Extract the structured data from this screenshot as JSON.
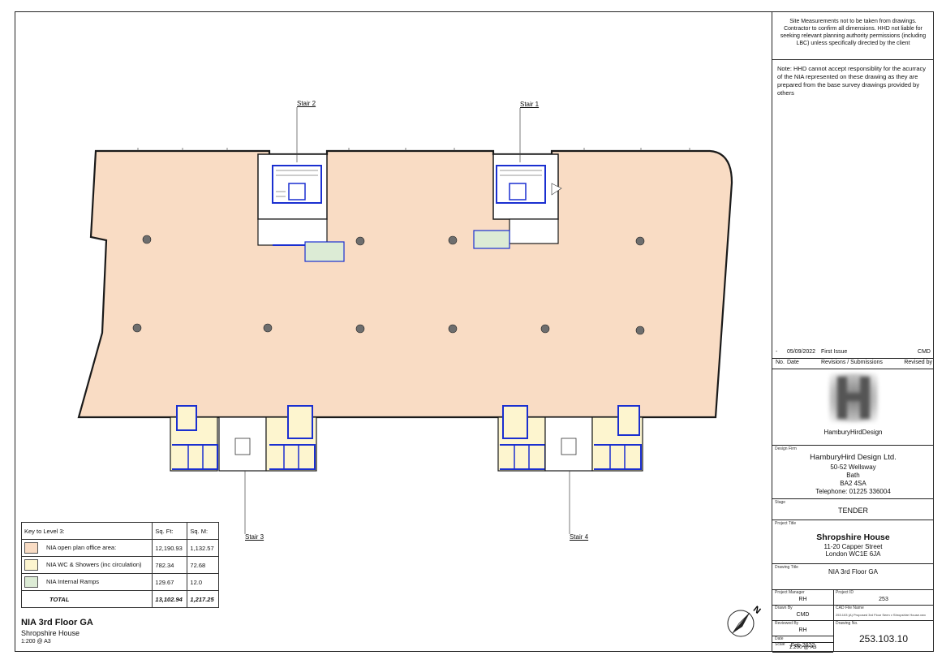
{
  "labels": {
    "stair_1": "Stair 1",
    "stair_2": "Stair 2",
    "stair_3": "Stair 3",
    "stair_4": "Stair 4"
  },
  "colors": {
    "office_area": "#f9dcc4",
    "wc_area": "#fdf5cf",
    "ramp_area": "#dcebd5",
    "wall": "#1a1a1a",
    "core_outline": "#1a2fd0"
  },
  "key": {
    "heading": "Key to Level 3:",
    "col_sqft": "Sq. Ft:",
    "col_sqm": "Sq. M:",
    "rows": [
      {
        "label": "NIA open plan office area:",
        "sqft": "12,190.93",
        "sqm": "1,132.57"
      },
      {
        "label": "NIA WC & Showers (inc circulation)",
        "sqft": "782.34",
        "sqm": "72.68"
      },
      {
        "label": "NIA Internal Ramps",
        "sqft": "129.67",
        "sqm": "12.0"
      }
    ],
    "total_label": "TOTAL",
    "total_sqft": "13,102.94",
    "total_sqm": "1,217.25"
  },
  "drawing": {
    "title": "NIA 3rd Floor GA",
    "subtitle": "Shropshire House",
    "scale": "1:200   @ A3"
  },
  "north_icon": "north-arrow-icon",
  "north_label": "N",
  "title_block": {
    "notes_top": "Site Measurements not to be taken from drawings. Contractor to confirm all dimensions. HHD not liable for seeking relevant planning authority permissions (including LBC) unless specifically directed by the client",
    "notes_nia": "Note: HHD cannot accept responsiblity for the acurracy of the NIA represented on these drawing as they are prepared from the base survey drawings provided by others",
    "revision": {
      "no": "-",
      "date": "05/09/2022",
      "desc": "First Issue",
      "by": "CMD"
    },
    "rev_headers": {
      "no": "No.",
      "date": "Date",
      "desc": "Revisions / Submissions",
      "by": "Revised by"
    },
    "logo_text": "HamburyHirdDesign",
    "design_firm_label": "Design Firm",
    "firm_name": "HamburyHird Design Ltd.",
    "firm_address": [
      "50-52 Wellsway",
      "Bath",
      "BA2 4SA",
      "Telephone: 01225 336004"
    ],
    "stage_label": "Stage",
    "stage": "TENDER",
    "project_title_label": "Project Title",
    "project_title": "Shropshire House",
    "project_address": [
      "11-20 Capper Street",
      "London WC1E 6JA"
    ],
    "drawing_title_label": "Drawing Title",
    "drawing_title": "NIA 3rd Floor GA",
    "project_manager_label": "Project Manager",
    "project_manager": "RH",
    "project_id_label": "Project ID",
    "project_id": "253",
    "drawn_by_label": "Drawn By",
    "drawn_by": "CMD",
    "cad_label": "CAD File Name",
    "cad_file": "253.103 (A) Proposed 3rd Floor Seen v Shropshire House.vwx",
    "reviewed_by_label": "Reviewed By",
    "reviewed_by": "RH",
    "drawing_no_label": "Drawing No.",
    "date_label": "Date",
    "date": "Feb 2022",
    "drawing_no": "253.103.10",
    "scale_label": "Scale",
    "scale": "1:200 @ A3"
  }
}
